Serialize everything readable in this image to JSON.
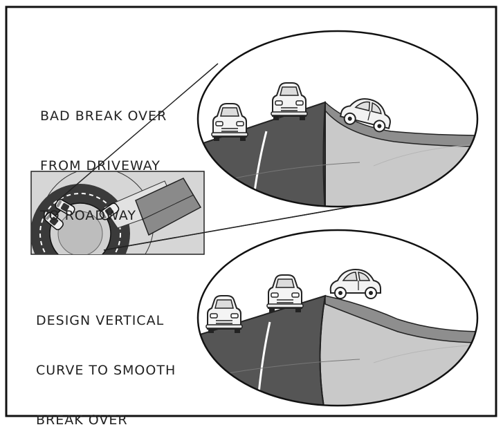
{
  "figure": {
    "colors": {
      "border": "#111111",
      "road_dark": "#555555",
      "road_light": "#c8c8c8",
      "sky": "#ffffff",
      "curb": "#8e8e8e",
      "inset_bg": "#d4d4d4",
      "inset_road": "#3a3a3a"
    },
    "top_label": {
      "lines": [
        "BAD BREAK OVER",
        "FROM DRIVEWAY",
        "TO ROADWAY"
      ]
    },
    "bottom_label": {
      "lines": [
        "DESIGN VERTICAL",
        "CURVE TO SMOOTH",
        "BREAK OVER"
      ]
    },
    "icons": [
      "car-front-icon",
      "car-side-icon",
      "car-topdown-icon"
    ]
  }
}
